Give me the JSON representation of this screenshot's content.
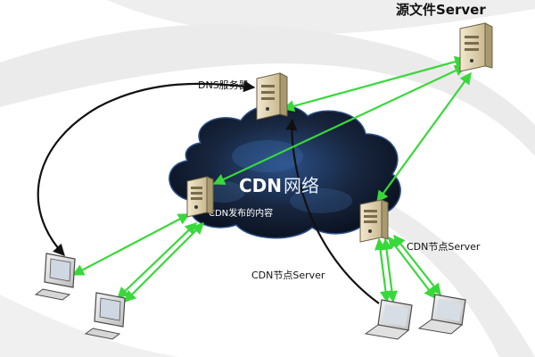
{
  "labels": {
    "source_server": "源文件Server",
    "dns_server": "DNS服务器",
    "cdn_node_right": "CDN节点Server",
    "cdn_node_center": "CDN节点Server"
  },
  "cloud": {
    "title_latin": "CDN",
    "title_cn": "网络",
    "subtitle": "CDN发布的内容"
  },
  "colors": {
    "link_green": "#39d83a",
    "request_black": "#111111",
    "cloud_dark": "#101a2b",
    "cloud_accent": "#2b4f86",
    "swoosh_gray": "#e9e9e9"
  }
}
